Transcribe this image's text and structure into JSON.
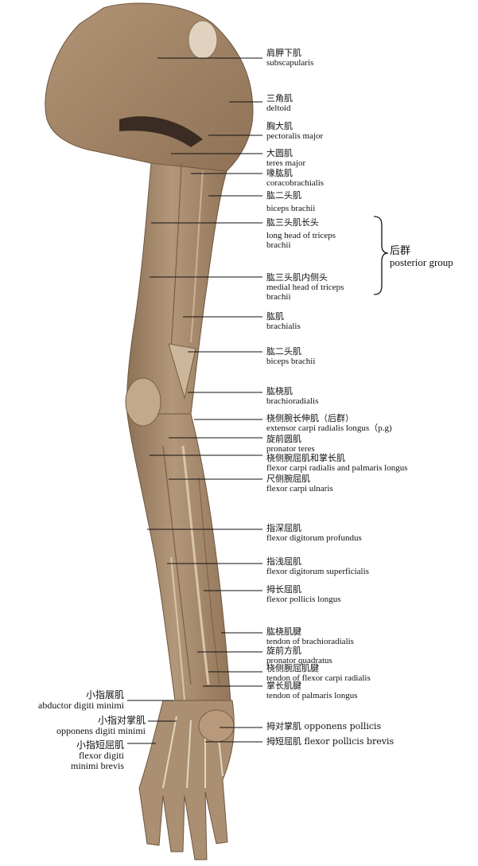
{
  "labels_right": [
    {
      "id": "subscapularis",
      "zh": "肩胛下肌",
      "en": [
        "subscapularis"
      ]
    },
    {
      "id": "deltoid",
      "zh": "三角肌",
      "en": [
        "deltoid"
      ]
    },
    {
      "id": "pectoralis-major",
      "zh": "胸大肌",
      "en": [
        "pectoralis major"
      ]
    },
    {
      "id": "teres-major",
      "zh": "大圆肌",
      "en": [
        "teres major"
      ]
    },
    {
      "id": "coracobrachialis",
      "zh": "喙肱肌",
      "en": [
        "coracobrachialis"
      ]
    },
    {
      "id": "biceps-brachii-upper",
      "zh": "肱二头肌",
      "en": [
        "biceps brachii"
      ]
    },
    {
      "id": "triceps-long-head",
      "zh": "肱三头肌长头",
      "en": [
        "long head of triceps",
        "brachii"
      ]
    },
    {
      "id": "triceps-medial-head",
      "zh": "肱三头肌内侧头",
      "en": [
        "medial head of triceps",
        "brachii"
      ]
    },
    {
      "id": "brachialis",
      "zh": "肱肌",
      "en": [
        "brachialis"
      ]
    },
    {
      "id": "biceps-brachii-lower",
      "zh": "肱二头肌",
      "en": [
        "biceps brachii"
      ]
    },
    {
      "id": "brachioradialis",
      "zh": "肱桡肌",
      "en": [
        "brachioradialis"
      ]
    },
    {
      "id": "ecrl",
      "zh": "桡侧腕长伸肌（后群）",
      "en": [
        "extensor carpi radialis longus（p.g)"
      ]
    },
    {
      "id": "pronator-teres",
      "zh": "旋前圆肌",
      "en": [
        "pronator teres"
      ]
    },
    {
      "id": "fcr-pl",
      "zh": "桡侧腕屈肌和掌长肌",
      "en": [
        "flexor carpi radialis and palmaris longus"
      ]
    },
    {
      "id": "fcu",
      "zh": "尺侧腕屈肌",
      "en": [
        "flexor carpi ulnaris"
      ]
    },
    {
      "id": "fdp",
      "zh": "指深屈肌",
      "en": [
        "flexor digitorum profundus"
      ]
    },
    {
      "id": "fds",
      "zh": "指浅屈肌",
      "en": [
        "flexor digitorum superficialis"
      ]
    },
    {
      "id": "fpl",
      "zh": "拇长屈肌",
      "en": [
        "flexor pollicis longus"
      ]
    },
    {
      "id": "br-tendon",
      "zh": "肱桡肌腱",
      "en": [
        "tendon of brachioradialis"
      ]
    },
    {
      "id": "pronator-quadratus",
      "zh": "旋前方肌",
      "en": [
        "pronator quadratus"
      ]
    },
    {
      "id": "fcr-tendon",
      "zh": "桡侧腕屈肌腱",
      "en": [
        "tendon of flexor carpi radialis"
      ]
    },
    {
      "id": "pl-tendon",
      "zh": "掌长肌腱",
      "en": [
        "tendon of palmaris longus"
      ]
    },
    {
      "id": "opponens-pollicis",
      "zh": "拇对掌肌 opponens pollicis",
      "en": []
    },
    {
      "id": "fpb",
      "zh": "拇短屈肌 flexor pollicis brevis",
      "en": []
    }
  ],
  "group": {
    "zh": "后群",
    "en": "posterior group"
  },
  "labels_left": [
    {
      "id": "adm",
      "zh": "小指展肌",
      "en": [
        "abductor digiti minimi"
      ]
    },
    {
      "id": "odm",
      "zh": "小指对掌肌",
      "en": [
        "opponens digiti minimi"
      ]
    },
    {
      "id": "fdmb",
      "zh": "小指短屈肌",
      "en": [
        "flexor digiti",
        "minimi brevis"
      ]
    }
  ],
  "colors": {
    "tissue": "#a88a6a",
    "tissue_dark": "#8a6d50",
    "tissue_light": "#c9b094",
    "line": "#111111"
  }
}
